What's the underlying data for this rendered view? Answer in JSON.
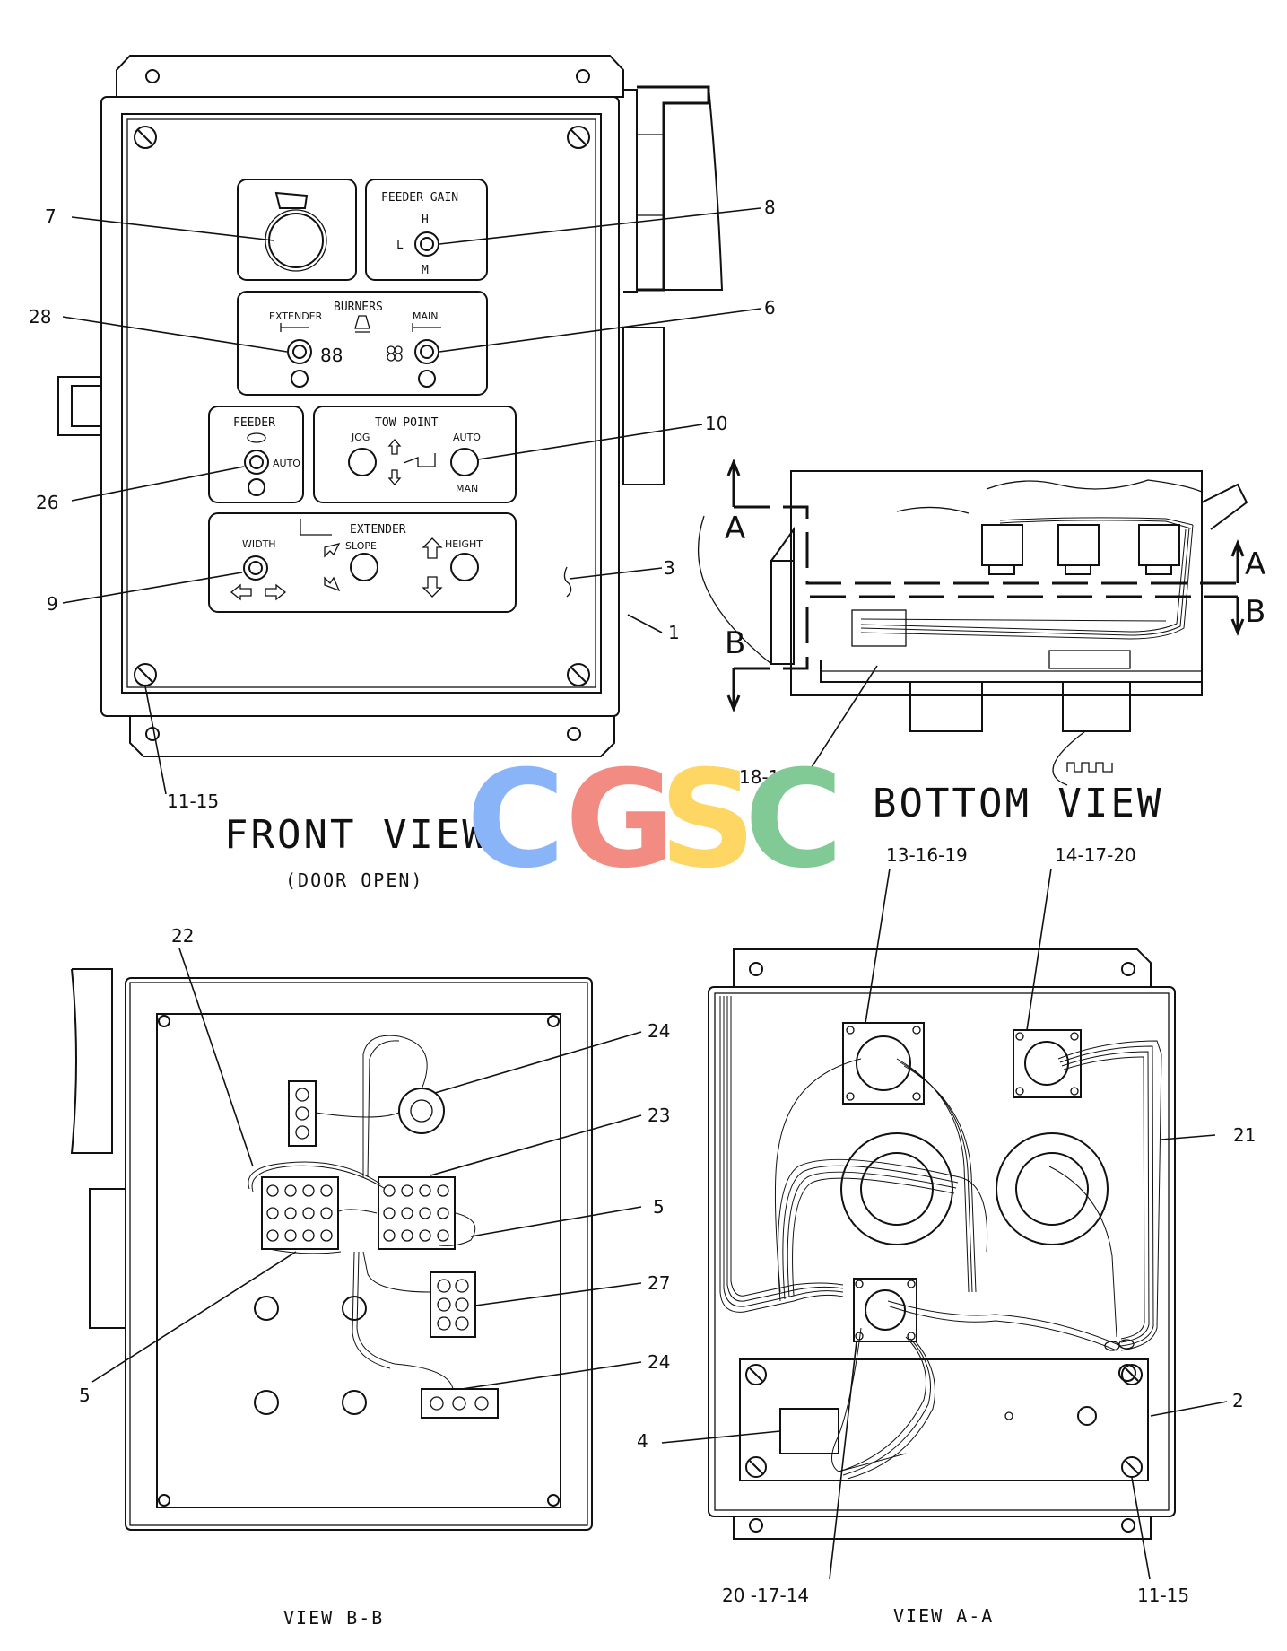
{
  "titles": {
    "front_view": "FRONT VIEW",
    "door_open": "(DOOR OPEN)",
    "bottom_view": "BOTTOM VIEW",
    "view_bb": "VIEW B-B",
    "view_aa": "VIEW A-A"
  },
  "watermark": {
    "letters": [
      "C",
      "G",
      "S",
      "C"
    ],
    "colors": [
      "#8ab4f8",
      "#f28b82",
      "#fdd663",
      "#81c995"
    ]
  },
  "panel_labels": {
    "feeder_gain": "FEEDER GAIN",
    "h": "H",
    "l": "L",
    "m": "M",
    "burners": "BURNERS",
    "extender_small": "EXTENDER",
    "main": "MAIN",
    "digits": "88",
    "feeder": "FEEDER",
    "auto": "AUTO",
    "tow_point": "TOW POINT",
    "jog": "JOG",
    "man": "MAN",
    "extender": "EXTENDER",
    "width": "WIDTH",
    "slope": "SLOPE",
    "height": "HEIGHT"
  },
  "section_marks": {
    "a": "A",
    "b": "B"
  },
  "callouts": {
    "c7": "7",
    "c8": "8",
    "c28": "28",
    "c6": "6",
    "c10": "10",
    "c26": "26",
    "c3": "3",
    "c9": "9",
    "c1": "1",
    "c11_15_front": "11-15",
    "c25_18_12": "25 -18-12",
    "c13_16_19": "13-16-19",
    "c14_17_20": "14-17-20",
    "c22": "22",
    "c24_top": "24",
    "c23": "23",
    "c5_right": "5",
    "c27": "27",
    "c24_bottom": "24",
    "c5_left": "5",
    "c21": "21",
    "c2": "2",
    "c4": "4",
    "c20_17_14": "20 -17-14",
    "c11_15_aa": "11-15"
  }
}
